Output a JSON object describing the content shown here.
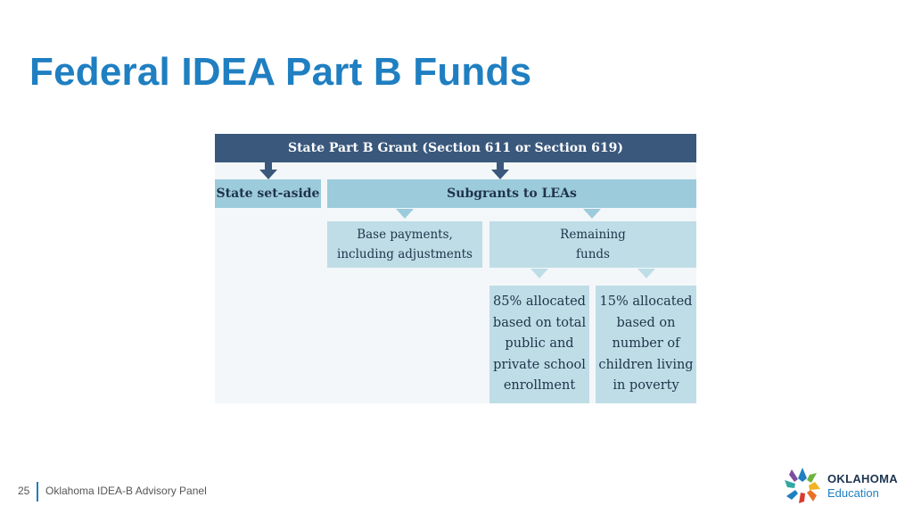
{
  "slide": {
    "title": "Federal IDEA Part B Funds",
    "page_number": "25",
    "footer": "Oklahoma IDEA-B Advisory Panel"
  },
  "diagram": {
    "top": "State Part B Grant (Section 611 or Section 619)",
    "set_aside": "State set-aside",
    "subgrants": "Subgrants to LEAs",
    "base_payments": [
      "Base payments,",
      "including adjustments"
    ],
    "remaining": [
      "Remaining",
      "funds"
    ],
    "enrollment": [
      "85% allocated",
      "based on total",
      "public and",
      "private school",
      "enrollment"
    ],
    "poverty": [
      "15% allocated",
      "based on",
      "number of",
      "children living",
      "in poverty"
    ]
  },
  "logo": {
    "line1": "OKLAHOMA",
    "line2": "Education"
  },
  "colors": {
    "title": "#1f7fc1",
    "header_bar": "#3a587c",
    "level2": "#9ccbdb",
    "level3": "#bfdde7"
  }
}
